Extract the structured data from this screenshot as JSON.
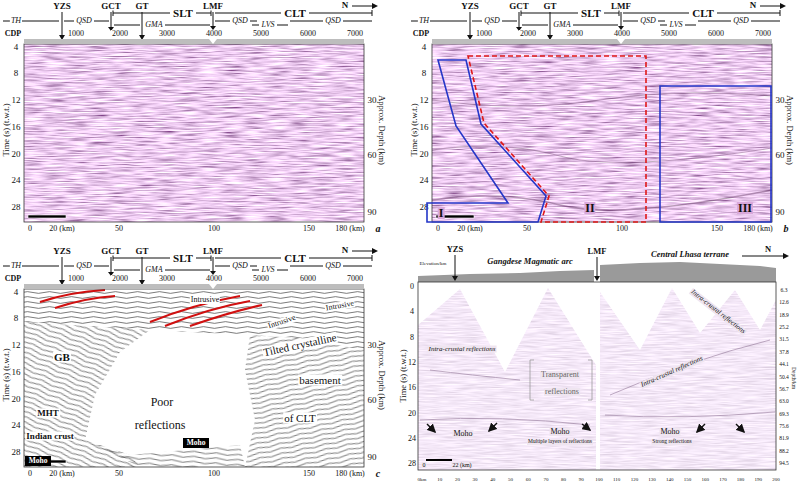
{
  "diagram": {
    "nodes": [
      {
        "text": [
          "I"
        ]
      },
      {
        "text": [
          "II"
        ]
      },
      {
        "text": [
          "III"
        ]
      },
      {
        "text": [
          "Moho"
        ]
      },
      {
        "text": [
          "Moho"
        ]
      }
    ],
    "labels": [
      "YZS",
      "GCT",
      "GT",
      "SLT",
      "LMF",
      "CLT",
      "N",
      "TH",
      "QSD",
      "GMA",
      "QSD",
      "LVS",
      "QSD",
      "CDP",
      "1000",
      "2000",
      "3000",
      "4000",
      "5000",
      "6000",
      "7000",
      "4",
      "8",
      "12",
      "16",
      "20",
      "24",
      "28",
      "Time (s) (t.w.t.)",
      "30",
      "60",
      "90",
      "Approx. Depth (km)",
      "0",
      "20 (km)",
      "50",
      "100",
      "150",
      "180 (km)",
      "a",
      "YZS",
      "GCT",
      "GT",
      "SLT",
      "LMF",
      "CLT",
      "N",
      "TH",
      "QSD",
      "GMA",
      "QSD",
      "LVS",
      "QSD",
      "CDP",
      "1000",
      "2000",
      "3000",
      "4000",
      "5000",
      "6000",
      "7000",
      "4",
      "8",
      "12",
      "16",
      "20",
      "24",
      "28",
      "Time (s) (t.w.t.)",
      "30",
      "60",
      "90",
      "Approx. Depth (km)",
      "0",
      "20 (km)",
      "50",
      "100",
      "150",
      "180 (km)",
      "b",
      "YZS",
      "GCT",
      "GT",
      "SLT",
      "LMF",
      "CLT",
      "N",
      "TH",
      "QSD",
      "GMA",
      "QSD",
      "LVS",
      "QSD",
      "CDP",
      "1000",
      "2000",
      "3000",
      "4000",
      "5000",
      "6000",
      "7000",
      "4",
      "8",
      "12",
      "16",
      "20",
      "24",
      "28",
      "Time (s) (t.w.t.)",
      "30",
      "60",
      "90",
      "Approx. Depth (km)",
      "0",
      "20 (km)",
      "50",
      "100",
      "150",
      "180 (km)",
      "c",
      "Intrusive",
      "Intrusive",
      "Intrusive",
      "GB",
      "MHT",
      "Indian crust",
      "Poor",
      "reflections",
      "Tilted crystalline",
      "basement",
      "of CLT",
      "YZS",
      "Gangdese Magmatic arc",
      "LMF",
      "Central Lhasa terrane",
      "N",
      "Elevation/km",
      "0",
      "4",
      "8",
      "12",
      "16",
      "20",
      "24",
      "28",
      "Time (s) (t.w.t.)",
      "6.3",
      "12.6",
      "18.9",
      "25.2",
      "31.5",
      "37.8",
      "44.1",
      "50.4",
      "56.7",
      "63.0",
      "69.3",
      "75.6",
      "81.9",
      "88.2",
      "94.5",
      "Depth/km",
      "Intra-crustal reflections",
      "Intra-crustal reflections",
      "Intra-crustal reflections",
      "Transparent",
      "reflections",
      "Moho",
      "Moho",
      "Multiple layers of reflections",
      "Moho",
      "Strong reflections",
      "0",
      "22 (km)",
      "0km",
      "10",
      "20",
      "30",
      "40",
      "50",
      "60",
      "70",
      "80",
      "90",
      "100",
      "110",
      "120",
      "130",
      "140",
      "150",
      "160",
      "170",
      "180",
      "190",
      "200"
    ]
  }
}
